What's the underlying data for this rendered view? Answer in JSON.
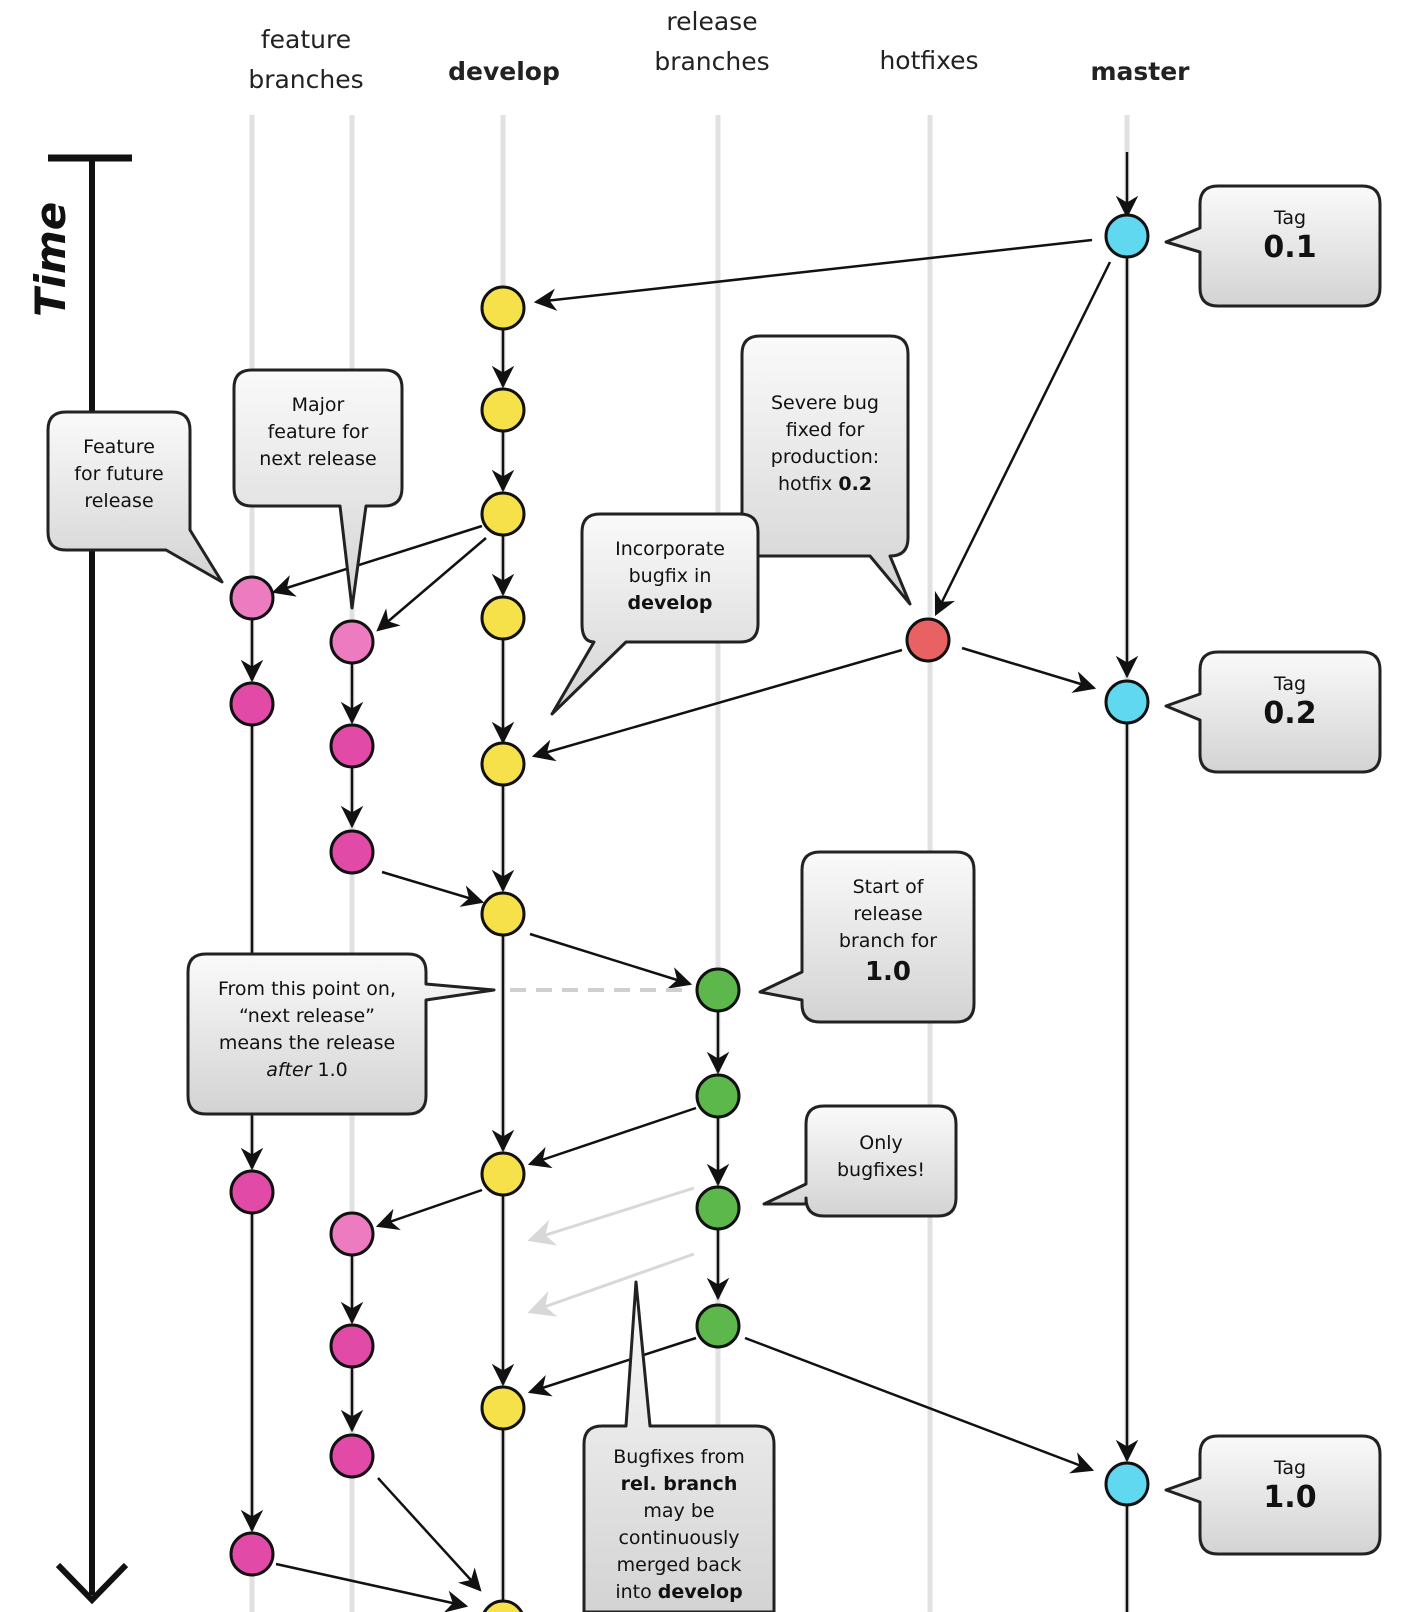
{
  "headers": {
    "feature_branches": [
      "feature",
      "branches"
    ],
    "develop": "develop",
    "release_branches": [
      "release",
      "branches"
    ],
    "hotfixes": "hotfixes",
    "master": "master"
  },
  "time_label": "Time",
  "callouts": {
    "tag_01": {
      "label": "Tag",
      "value": "0.1"
    },
    "tag_02": {
      "label": "Tag",
      "value": "0.2"
    },
    "tag_10": {
      "label": "Tag",
      "value": "1.0"
    },
    "feature_future": [
      "Feature",
      "for future",
      "release"
    ],
    "major_feature": [
      "Major",
      "feature for",
      "next release"
    ],
    "severe_bug": [
      "Severe bug",
      "fixed for",
      "production:",
      "hotfix ",
      "0.2"
    ],
    "incorporate": [
      "Incorporate",
      "bugfix in",
      "develop"
    ],
    "start_release": [
      "Start of",
      "release",
      "branch for",
      "1.0"
    ],
    "next_release": [
      "From this point on,",
      "“next release”",
      "means the release",
      "after",
      " 1.0"
    ],
    "only_bugfixes": [
      "Only",
      "bugfixes!"
    ],
    "bugfixes_rel": [
      "Bugfixes from",
      "rel. branch",
      "may be",
      "continuously",
      "merged back",
      "into ",
      "develop"
    ]
  },
  "colors": {
    "develop": "#f7e14b",
    "feature_light": "#ec7cbf",
    "feature": "#e24aa7",
    "release": "#5cb84a",
    "hotfix": "#e86263",
    "master": "#5fd8f0"
  }
}
